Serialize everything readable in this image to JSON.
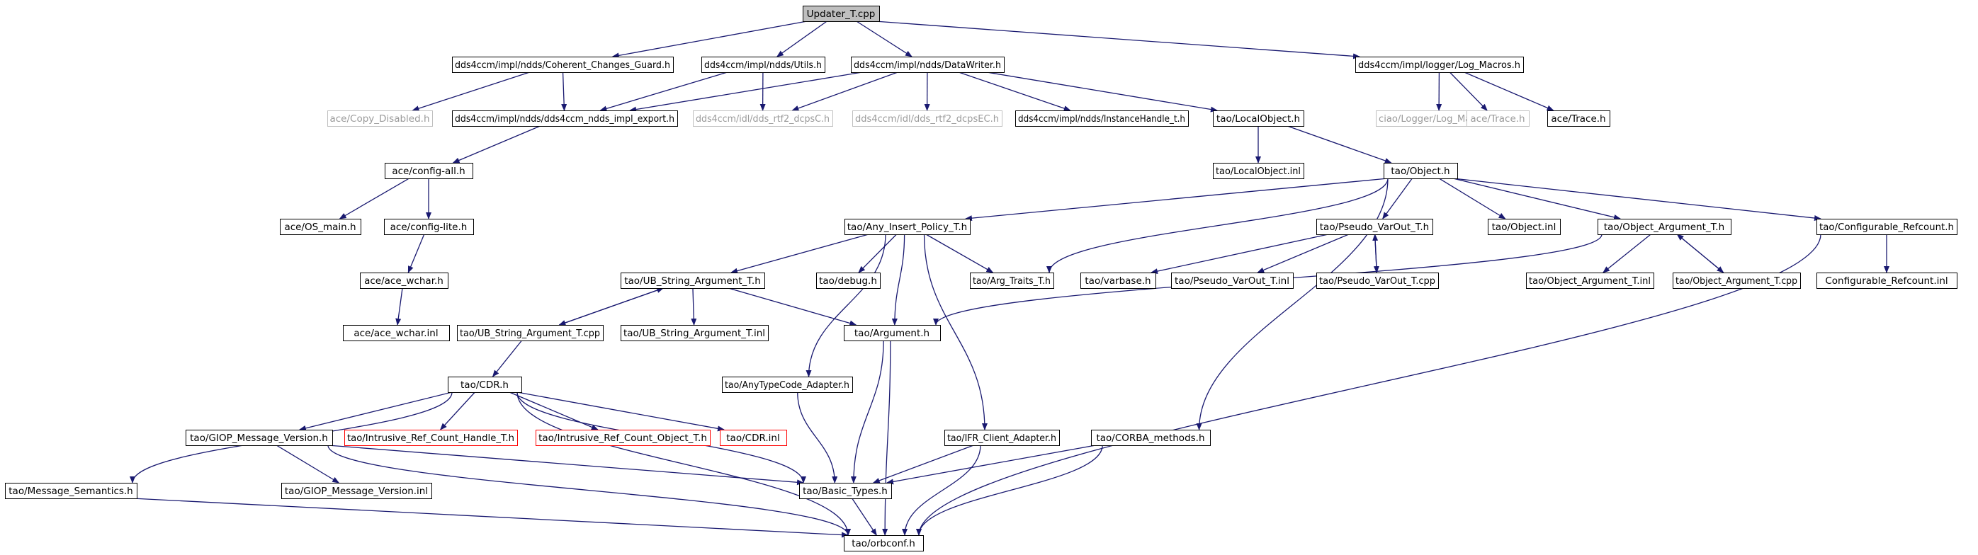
{
  "graph": {
    "colors": {
      "edge": "#191970",
      "root_fill": "#bfbfbf",
      "node_border": "#000000",
      "missing_border": "#bfbfbf",
      "truncated_border": "#ff0000"
    },
    "nodes": [
      {
        "id": "updater",
        "label": "Updater_T.cpp",
        "kind": "root"
      },
      {
        "id": "ccg",
        "label": "dds4ccm/impl/ndds/Coherent_Changes_Guard.h",
        "kind": "normal"
      },
      {
        "id": "utils",
        "label": "dds4ccm/impl/ndds/Utils.h",
        "kind": "normal"
      },
      {
        "id": "dw",
        "label": "dds4ccm/impl/ndds/DataWriter.h",
        "kind": "normal"
      },
      {
        "id": "logmacros",
        "label": "dds4ccm/impl/logger/Log_Macros.h",
        "kind": "normal"
      },
      {
        "id": "copydis",
        "label": "ace/Copy_Disabled.h",
        "kind": "missing"
      },
      {
        "id": "export",
        "label": "dds4ccm/impl/ndds/dds4ccm_ndds_impl_export.h",
        "kind": "normal"
      },
      {
        "id": "dcpsC",
        "label": "dds4ccm/idl/dds_rtf2_dcpsC.h",
        "kind": "missing"
      },
      {
        "id": "dcpsEC",
        "label": "dds4ccm/idl/dds_rtf2_dcpsEC.h",
        "kind": "missing"
      },
      {
        "id": "ihandle",
        "label": "dds4ccm/impl/ndds/InstanceHandle_t.h",
        "kind": "normal"
      },
      {
        "id": "localobj",
        "label": "tao/LocalObject.h",
        "kind": "normal"
      },
      {
        "id": "ciaolog",
        "label": "ciao/Logger/Log_Macros.h",
        "kind": "missing"
      },
      {
        "id": "trace1",
        "label": "ace/Trace.h",
        "kind": "missing"
      },
      {
        "id": "trace2",
        "label": "ace/Trace.h",
        "kind": "normal"
      },
      {
        "id": "configall",
        "label": "ace/config-all.h",
        "kind": "normal"
      },
      {
        "id": "localobjinl",
        "label": "tao/LocalObject.inl",
        "kind": "normal"
      },
      {
        "id": "object",
        "label": "tao/Object.h",
        "kind": "normal"
      },
      {
        "id": "osmain",
        "label": "ace/OS_main.h",
        "kind": "normal"
      },
      {
        "id": "configlite",
        "label": "ace/config-lite.h",
        "kind": "normal"
      },
      {
        "id": "anyins",
        "label": "tao/Any_Insert_Policy_T.h",
        "kind": "normal"
      },
      {
        "id": "pseudo",
        "label": "tao/Pseudo_VarOut_T.h",
        "kind": "normal"
      },
      {
        "id": "objinl",
        "label": "tao/Object.inl",
        "kind": "normal"
      },
      {
        "id": "objarg",
        "label": "tao/Object_Argument_T.h",
        "kind": "normal"
      },
      {
        "id": "cfgref",
        "label": "tao/Configurable_Refcount.h",
        "kind": "normal"
      },
      {
        "id": "acewchar",
        "label": "ace/ace_wchar.h",
        "kind": "normal"
      },
      {
        "id": "ubstr",
        "label": "tao/UB_String_Argument_T.h",
        "kind": "normal"
      },
      {
        "id": "debug",
        "label": "tao/debug.h",
        "kind": "normal"
      },
      {
        "id": "argtraits",
        "label": "tao/Arg_Traits_T.h",
        "kind": "normal"
      },
      {
        "id": "varbase",
        "label": "tao/varbase.h",
        "kind": "normal"
      },
      {
        "id": "pseudoinl",
        "label": "tao/Pseudo_VarOut_T.inl",
        "kind": "normal"
      },
      {
        "id": "pseudocpp",
        "label": "tao/Pseudo_VarOut_T.cpp",
        "kind": "normal"
      },
      {
        "id": "objarginl",
        "label": "tao/Object_Argument_T.inl",
        "kind": "normal"
      },
      {
        "id": "objargcpp",
        "label": "tao/Object_Argument_T.cpp",
        "kind": "normal"
      },
      {
        "id": "cfgrefinl",
        "label": "Configurable_Refcount.inl",
        "kind": "normal"
      },
      {
        "id": "acewcharinl",
        "label": "ace/ace_wchar.inl",
        "kind": "normal"
      },
      {
        "id": "ubstrcpp",
        "label": "tao/UB_String_Argument_T.cpp",
        "kind": "normal"
      },
      {
        "id": "ubstrinl",
        "label": "tao/UB_String_Argument_T.inl",
        "kind": "normal"
      },
      {
        "id": "argument",
        "label": "tao/Argument.h",
        "kind": "normal"
      },
      {
        "id": "anytc",
        "label": "tao/AnyTypeCode_Adapter.h",
        "kind": "normal"
      },
      {
        "id": "cdr",
        "label": "tao/CDR.h",
        "kind": "normal"
      },
      {
        "id": "giopmv",
        "label": "tao/GIOP_Message_Version.h",
        "kind": "normal"
      },
      {
        "id": "irch",
        "label": "tao/Intrusive_Ref_Count_Handle_T.h",
        "kind": "truncated"
      },
      {
        "id": "irco",
        "label": "tao/Intrusive_Ref_Count_Object_T.h",
        "kind": "truncated"
      },
      {
        "id": "cdrinl",
        "label": "tao/CDR.inl",
        "kind": "truncated"
      },
      {
        "id": "ifr",
        "label": "tao/IFR_Client_Adapter.h",
        "kind": "normal"
      },
      {
        "id": "corbam",
        "label": "tao/CORBA_methods.h",
        "kind": "normal"
      },
      {
        "id": "msgsem",
        "label": "tao/Message_Semantics.h",
        "kind": "normal"
      },
      {
        "id": "giopmvinl",
        "label": "tao/GIOP_Message_Version.inl",
        "kind": "normal"
      },
      {
        "id": "basic",
        "label": "tao/Basic_Types.h",
        "kind": "normal"
      },
      {
        "id": "orbconf",
        "label": "tao/orbconf.h",
        "kind": "normal"
      }
    ],
    "edges": [
      [
        "updater",
        "ccg"
      ],
      [
        "updater",
        "utils"
      ],
      [
        "updater",
        "dw"
      ],
      [
        "updater",
        "logmacros"
      ],
      [
        "ccg",
        "copydis"
      ],
      [
        "ccg",
        "export"
      ],
      [
        "utils",
        "export"
      ],
      [
        "utils",
        "dcpsC"
      ],
      [
        "dw",
        "export"
      ],
      [
        "dw",
        "dcpsC"
      ],
      [
        "dw",
        "dcpsEC"
      ],
      [
        "dw",
        "ihandle"
      ],
      [
        "dw",
        "localobj"
      ],
      [
        "logmacros",
        "ciaolog"
      ],
      [
        "logmacros",
        "trace1"
      ],
      [
        "logmacros",
        "trace2"
      ],
      [
        "export",
        "configall"
      ],
      [
        "localobj",
        "localobjinl"
      ],
      [
        "localobj",
        "object"
      ],
      [
        "configall",
        "osmain"
      ],
      [
        "configall",
        "configlite"
      ],
      [
        "configlite",
        "acewchar"
      ],
      [
        "acewchar",
        "acewcharinl"
      ],
      [
        "object",
        "anyins"
      ],
      [
        "object",
        "argtraits"
      ],
      [
        "object",
        "pseudo"
      ],
      [
        "object",
        "objinl"
      ],
      [
        "object",
        "objarg"
      ],
      [
        "object",
        "cfgref"
      ],
      [
        "object",
        "corbam"
      ],
      [
        "pseudo",
        "varbase"
      ],
      [
        "pseudo",
        "pseudoinl"
      ],
      [
        "pseudo",
        "pseudocpp"
      ],
      [
        "pseudocpp",
        "pseudo"
      ],
      [
        "objarg",
        "argument"
      ],
      [
        "objarg",
        "objarginl"
      ],
      [
        "objarg",
        "objargcpp"
      ],
      [
        "objargcpp",
        "objarg"
      ],
      [
        "cfgref",
        "cfgrefinl"
      ],
      [
        "cfgref",
        "orbconf"
      ],
      [
        "anyins",
        "ubstr"
      ],
      [
        "anyins",
        "debug"
      ],
      [
        "anyins",
        "argtraits"
      ],
      [
        "anyins",
        "argument"
      ],
      [
        "anyins",
        "anytc"
      ],
      [
        "anyins",
        "ifr"
      ],
      [
        "ubstr",
        "ubstrcpp"
      ],
      [
        "ubstrcpp",
        "ubstr"
      ],
      [
        "ubstr",
        "ubstrinl"
      ],
      [
        "ubstr",
        "argument"
      ],
      [
        "ubstrcpp",
        "cdr"
      ],
      [
        "argument",
        "basic"
      ],
      [
        "argument",
        "orbconf"
      ],
      [
        "anytc",
        "basic"
      ],
      [
        "cdr",
        "giopmv"
      ],
      [
        "cdr",
        "irch"
      ],
      [
        "cdr",
        "irco"
      ],
      [
        "cdr",
        "cdrinl"
      ],
      [
        "cdr",
        "msgsem"
      ],
      [
        "cdr",
        "basic"
      ],
      [
        "cdr",
        "orbconf"
      ],
      [
        "giopmv",
        "giopmvinl"
      ],
      [
        "giopmv",
        "basic"
      ],
      [
        "giopmv",
        "orbconf"
      ],
      [
        "ifr",
        "basic"
      ],
      [
        "ifr",
        "orbconf"
      ],
      [
        "corbam",
        "basic"
      ],
      [
        "corbam",
        "orbconf"
      ],
      [
        "msgsem",
        "orbconf"
      ],
      [
        "basic",
        "orbconf"
      ]
    ]
  }
}
